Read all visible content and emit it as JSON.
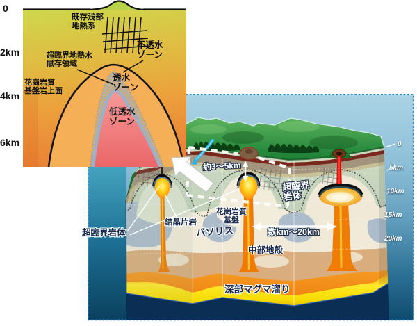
{
  "figure": {
    "inset": {
      "depth_ticks": [
        "0",
        "2km",
        "4km",
        "6km"
      ],
      "labels": {
        "existing_shallow_geothermal_system": "既存浅部\n地熱系",
        "impermeable_zone": "不透水\nゾーン",
        "supercritical_geothermal_water_region": "超臨界地熱水\n賦存領域",
        "granitic_basement_top_surface": "花崗岩質\n基盤岩上面",
        "permeable_zone": "透水\nゾーン",
        "low_permeability_zone": "低透水\nゾーン"
      }
    },
    "block_diagram": {
      "depth_ticks": [
        "0",
        "5km",
        "10km",
        "15km",
        "20km"
      ],
      "labels": {
        "supercritical_rock_body": "超臨界岩体",
        "supercritical_rock_body_callout": "超臨界\n岩体",
        "crystalline_schist": "結晶片岩",
        "granitic_basement": "花崗岩質\n基盤",
        "batholith": "バソリス",
        "middle_crust": "中部地殻",
        "deep_magma_reservoir": "深部マグマ溜り",
        "depth_annotation": "約3〜5km",
        "width_annotation": "数km〜20km"
      }
    },
    "colors": {
      "frame_border": "#2f88cc",
      "sky": "#abd3e5",
      "terrain_green": "#1f7f31",
      "magma_orange": "#f07c08",
      "deep_magma_yellow": "#ffe92a",
      "inset_dome_orange": "#f5b057",
      "low_permeability_pink": "#ee8585",
      "permeable_gray_blue": "#9fb2c8"
    }
  }
}
